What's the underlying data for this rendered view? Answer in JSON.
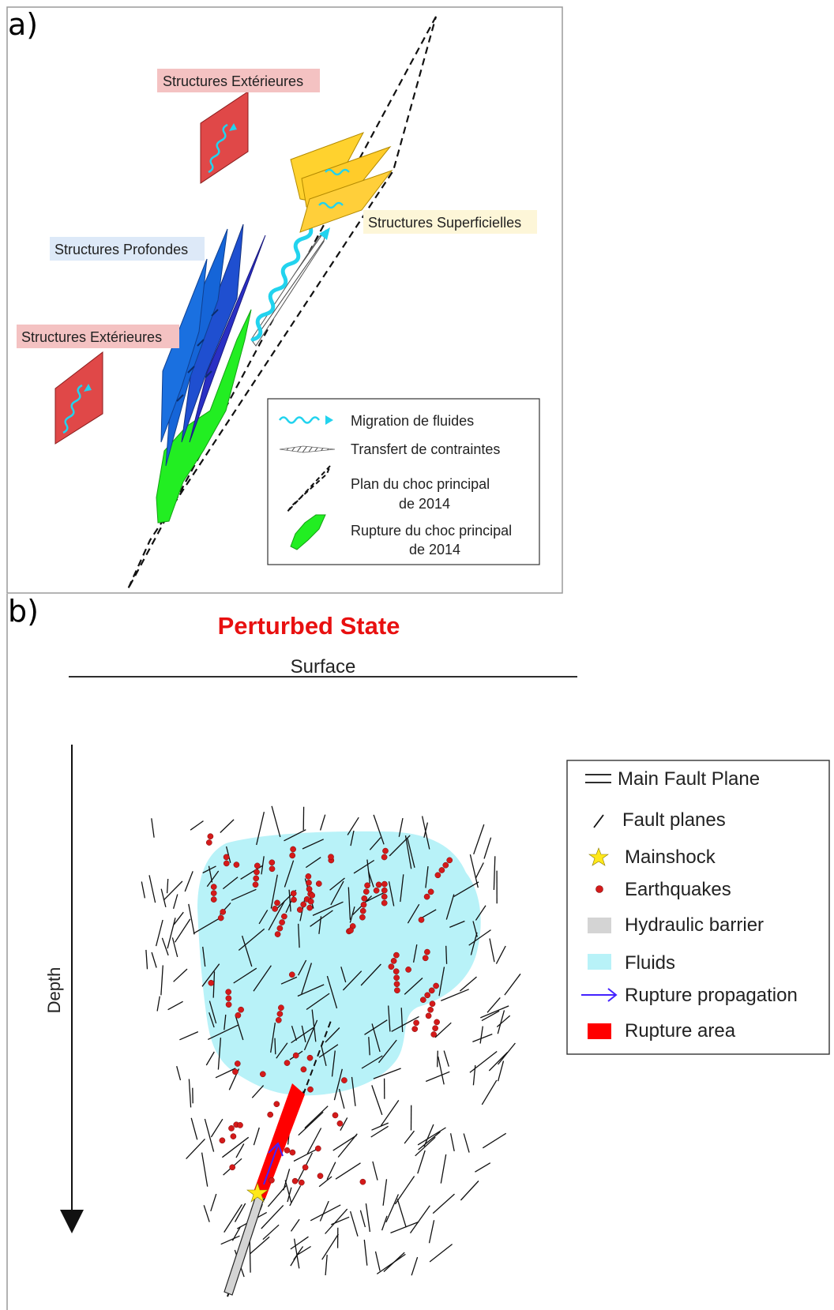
{
  "panel_a": {
    "letter": "a)",
    "labels": {
      "ext_top": "Structures Extérieures",
      "ext_left": "Structures Extérieures",
      "profondes": "Structures Profondes",
      "superficielles": "Structures Superficielles"
    },
    "legend": {
      "fluids": "Migration de fluides",
      "stress": "Transfert de contraintes",
      "plane_line1": "Plan du choc principal",
      "plane_line2": "de 2014",
      "rupture_line1": "Rupture du choc principal",
      "rupture_line2": "de 2014"
    },
    "colors": {
      "exterieures": "#e04848",
      "exterieures_label_bg": "#f4c2c2",
      "profondes": "#1565d8",
      "profondes_dark": "#2a2fc4",
      "profondes_label_bg": "#dde9f8",
      "superficielles": "#ffd22e",
      "superficielles_label_bg": "#fdf6d8",
      "rupture": "#22ee22",
      "fluids": "#22d3ee"
    }
  },
  "panel_b": {
    "letter": "b)",
    "title": "Perturbed State",
    "surface": "Surface",
    "depth": "Depth",
    "legend": {
      "main_fault": "Main Fault Plane",
      "fault_planes": "Fault planes",
      "mainshock": "Mainshock",
      "earthquakes": "Earthquakes",
      "barrier": "Hydraulic barrier",
      "fluids": "Fluids",
      "propagation": "Rupture propagation",
      "rupture_area": "Rupture area"
    },
    "colors": {
      "title": "#e81010",
      "fluids": "#b8f2f8",
      "earthquake": "#d41a1a",
      "rupture": "#ff0000",
      "barrier": "#d4d4d4",
      "propagation": "#4422ff",
      "mainshock": "#ffe81a"
    }
  }
}
